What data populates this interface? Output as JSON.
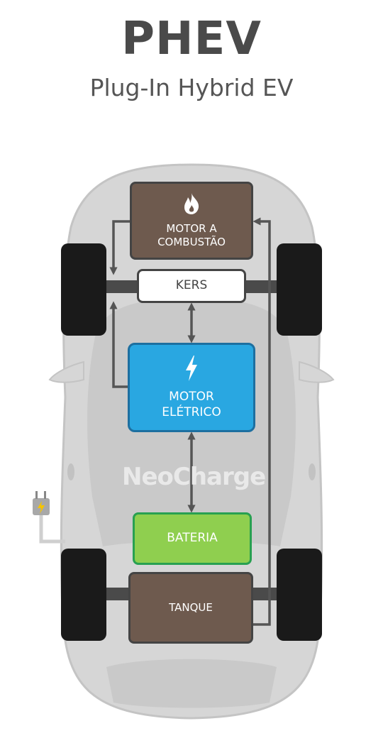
{
  "header": {
    "title": "PHEV",
    "subtitle": "Plug-In Hybrid EV"
  },
  "components": {
    "combustion_engine": {
      "label": "MOTOR A\nCOMBUSTÃO",
      "icon": "flame-icon"
    },
    "kers": {
      "label": "KERS"
    },
    "electric_motor": {
      "label": "MOTOR\nELÉTRICO",
      "icon": "lightning-bolt-icon"
    },
    "battery": {
      "label": "BATERIA"
    },
    "tank": {
      "label": "TANQUE"
    }
  },
  "watermark": {
    "text": "NeoCharge"
  },
  "plug": {
    "icon": "plug-icon"
  },
  "colors": {
    "title": "#4a4a4a",
    "combustion": "#6e5a4e",
    "electric_motor": "#29a7e1",
    "battery": "#8fcf4f",
    "battery_border": "#28a050",
    "car_body": "#d7d7d7",
    "tires": "#1a1a1a",
    "arrows": "#555555"
  }
}
